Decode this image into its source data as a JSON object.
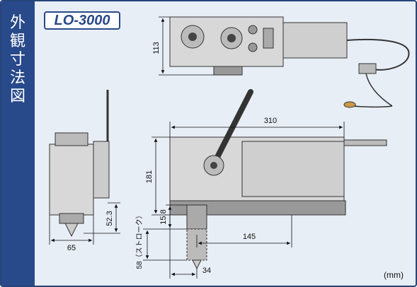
{
  "sidebar": {
    "title": "外観寸法図"
  },
  "header": {
    "model": "LO-3000"
  },
  "dimensions": {
    "top_height": "113",
    "side_total_length": "310",
    "side_height": "181",
    "stroke_offset": "15.8",
    "stroke_label": "58（ストローク）",
    "body_length": "145",
    "drill_offset": "34",
    "front_height": "52.3",
    "front_width": "65"
  },
  "unit": "(mm)",
  "colors": {
    "frame": "#26457a",
    "sidebar": "#28498a",
    "panel": "#e8eef6",
    "machine": "#d8d8d8",
    "dark": "#3a3a3a"
  }
}
